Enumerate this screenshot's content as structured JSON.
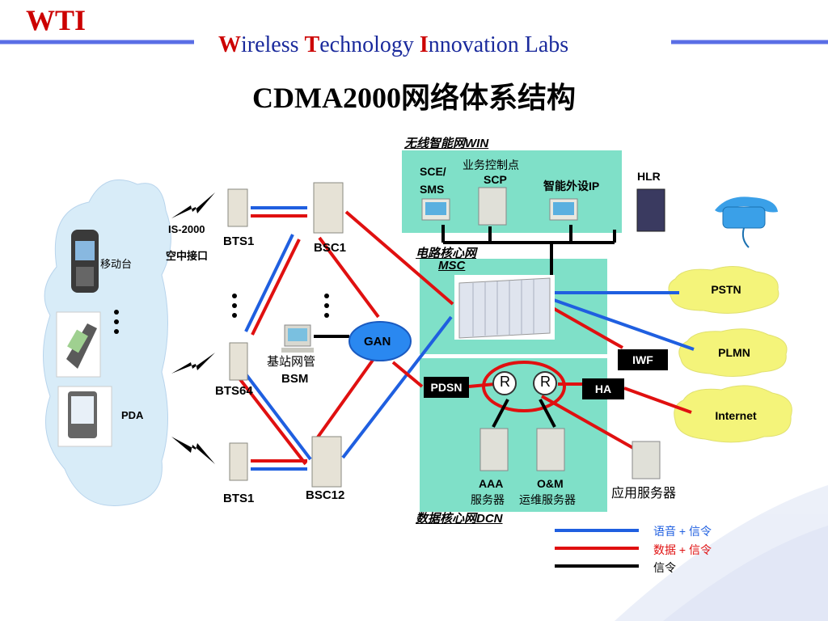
{
  "header": {
    "logo": "WTI",
    "title_w": "W",
    "title_ireless": "ireless ",
    "title_t": "T",
    "title_echnology": "echnology ",
    "title_i": "I",
    "title_nnovation": "nnovation Labs"
  },
  "page_title": "CDMA2000网络体系结构",
  "left": {
    "mobile_label": "移动台",
    "pda_label": "PDA",
    "air_interface_top": "IS-2000",
    "air_interface_bottom": "空中接口"
  },
  "ran": {
    "bts1_top": "BTS1",
    "bts64": "BTS64",
    "bts1_bottom": "BTS1",
    "bsc1": "BSC1",
    "bsc12": "BSC12",
    "bsm_line1": "基站网管",
    "bsm_line2": "BSM",
    "gan": "GAN"
  },
  "win": {
    "title": "无线智能网WIN",
    "sce_line1": "SCE/",
    "sce_line2": "SMS",
    "scp_line1": "业务控制点",
    "scp_line2": "SCP",
    "ip_label": "智能外设IP",
    "hlr": "HLR"
  },
  "msc": {
    "title_line1": "电路核心网",
    "title_line2": "MSC"
  },
  "dcn": {
    "title": "数据核心网DCN",
    "pdsn": "PDSN",
    "router1": "R",
    "router2": "R",
    "ha": "HA",
    "iwf": "IWF",
    "aaa_line1": "AAA",
    "aaa_line2": "服务器",
    "om_line1": "O&M",
    "om_line2": "运维服务器",
    "app_server": "应用服务器"
  },
  "external": {
    "pstn": "PSTN",
    "plmn": "PLMN",
    "internet": "Internet"
  },
  "legend": [
    {
      "label": "语音 + 信令",
      "color": "#1f5fe0"
    },
    {
      "label": "数据 + 信令",
      "color": "#e01010"
    },
    {
      "label": "信令",
      "color": "#000000"
    }
  ],
  "colors": {
    "voice": "#1f5fe0",
    "data": "#e01010",
    "signal": "#000000",
    "panel": "#7fe0c8",
    "cloud": "#f4f47a",
    "mobile_cloud": "#d8ecf8",
    "header_line": "#5a6ee6"
  }
}
